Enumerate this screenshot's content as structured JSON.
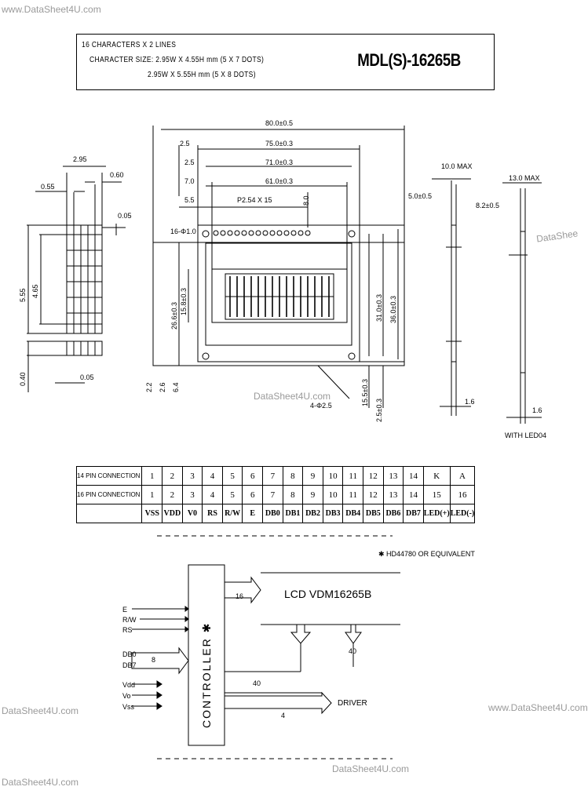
{
  "watermarks": {
    "top_left": "www.DataSheet4U.com",
    "right": "DataShee",
    "mid": "DataSheet4U.com",
    "left_block": "DataSheet4U.com",
    "right_block": "www.DataSheet4U.com",
    "bottom_left": "DataSheet4U.com",
    "bottom_mid": "DataSheet4U.com"
  },
  "header": {
    "line1": "16 CHARACTERS X 2 LINES",
    "line2": "CHARACTER SIZE: 2.95W X 4.55H mm (5 X 7 DOTS)",
    "line3": "2.95W X 5.55H mm (5 X 8 DOTS)",
    "model": "MDL(S)-16265B"
  },
  "dims": {
    "char_w": "2.95",
    "d055": "0.55",
    "d060": "0.60",
    "d005a": "0.05",
    "d555": "5.55",
    "d465": "4.65",
    "d040": "0.40",
    "d005b": "0.05",
    "w800": "80.0±0.5",
    "w750": "75.0±0.3",
    "w710": "71.0±0.3",
    "w610": "61.0±0.3",
    "pitch": "P2.54 X 15",
    "l25": "2.5",
    "l25b": "2.5",
    "l70": "7.0",
    "l55": "5.5",
    "l80": "8.0",
    "pins16": "16-Φ1.0",
    "h266": "26.6±0.3",
    "h158": "15.8±0.3",
    "h310": "31.0±0.3",
    "h360": "36.0±0.3",
    "h155": "15.5±0.3",
    "h25": "2.5±0.3",
    "b22": "2.2",
    "b26": "2.6",
    "b64": "6.4",
    "hole": "4-Φ2.5",
    "t100": "10.0 MAX",
    "t50": "5.0±0.5",
    "t130": "13.0 MAX",
    "t82": "8.2±0.5",
    "t16": "1.6",
    "t16b": "1.6",
    "withled": "WITH LED04"
  },
  "pin_table": {
    "row1_label": "14 PIN CONNECTION",
    "row2_label": "16 PIN CONNECTION",
    "row1": [
      "1",
      "2",
      "3",
      "4",
      "5",
      "6",
      "7",
      "8",
      "9",
      "10",
      "11",
      "12",
      "13",
      "14",
      "K",
      "A"
    ],
    "row2": [
      "1",
      "2",
      "3",
      "4",
      "5",
      "6",
      "7",
      "8",
      "9",
      "10",
      "11",
      "12",
      "13",
      "14",
      "15",
      "16"
    ],
    "row3": [
      "VSS",
      "VDD",
      "V0",
      "RS",
      "R/W",
      "E",
      "DB0",
      "DB1",
      "DB2",
      "DB3",
      "DB4",
      "DB5",
      "DB6",
      "DB7",
      "LED(+)",
      "LED(-)"
    ]
  },
  "block": {
    "note": "✱ HD44780 OR EQUIVALENT",
    "controller": "CONTROLLER ✱",
    "lcd": "LCD VDM16265B",
    "driver": "DRIVER",
    "b16": "16",
    "b8": "8",
    "b40": "40",
    "b4": "4",
    "b40b": "40",
    "sig_e": "E",
    "sig_rw": "R/W",
    "sig_rs": "RS",
    "sig_db0": "DB0",
    "sig_db7": "DB7",
    "sig_vdd": "Vdd",
    "sig_vo": "Vo",
    "sig_vss": "Vss"
  }
}
